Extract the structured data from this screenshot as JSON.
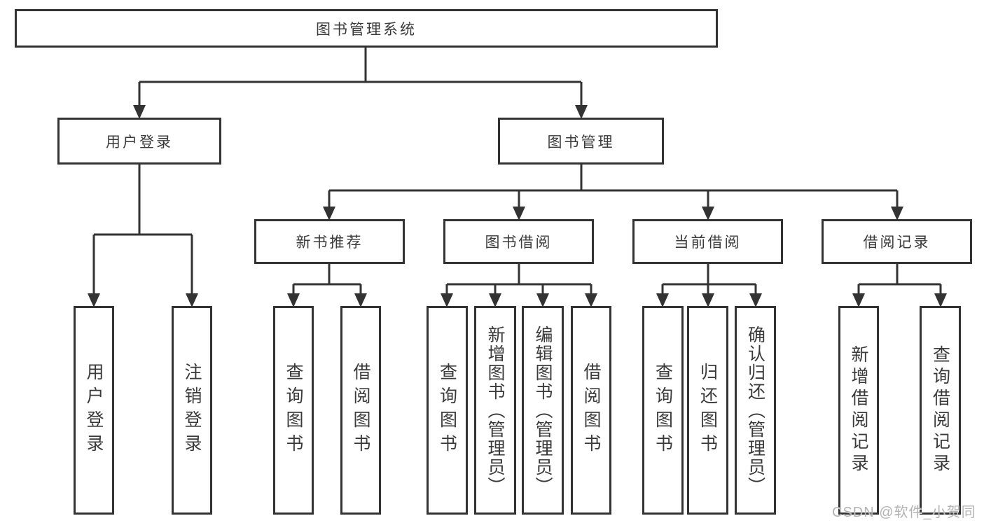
{
  "colors": {
    "line": "#333333",
    "text": "#3a3a3a",
    "boxbg": "#ffffff",
    "watermark": "#b3b3b3"
  },
  "watermark": {
    "text": "CSDN @软件_小贺同学"
  },
  "tree": {
    "root": {
      "label": "图书管理系统",
      "children": [
        {
          "label": "用户登录",
          "children": [
            {
              "label": "用户登录"
            },
            {
              "label": "注销登录"
            }
          ]
        },
        {
          "label": "图书管理",
          "children": [
            {
              "label": "新书推荐",
              "children": [
                {
                  "label": "查询图书"
                },
                {
                  "label": "借阅图书"
                }
              ]
            },
            {
              "label": "图书借阅",
              "children": [
                {
                  "label": "查询图书"
                },
                {
                  "label": "新增图书（管理员）"
                },
                {
                  "label": "编辑图书（管理员）"
                },
                {
                  "label": "借阅图书"
                }
              ]
            },
            {
              "label": "当前借阅",
              "children": [
                {
                  "label": "查询图书"
                },
                {
                  "label": "归还图书"
                },
                {
                  "label": "确认归还（管理员）"
                }
              ]
            },
            {
              "label": "借阅记录",
              "children": [
                {
                  "label": "新增借阅记录"
                },
                {
                  "label": "查询借阅记录"
                }
              ]
            }
          ]
        }
      ]
    }
  }
}
